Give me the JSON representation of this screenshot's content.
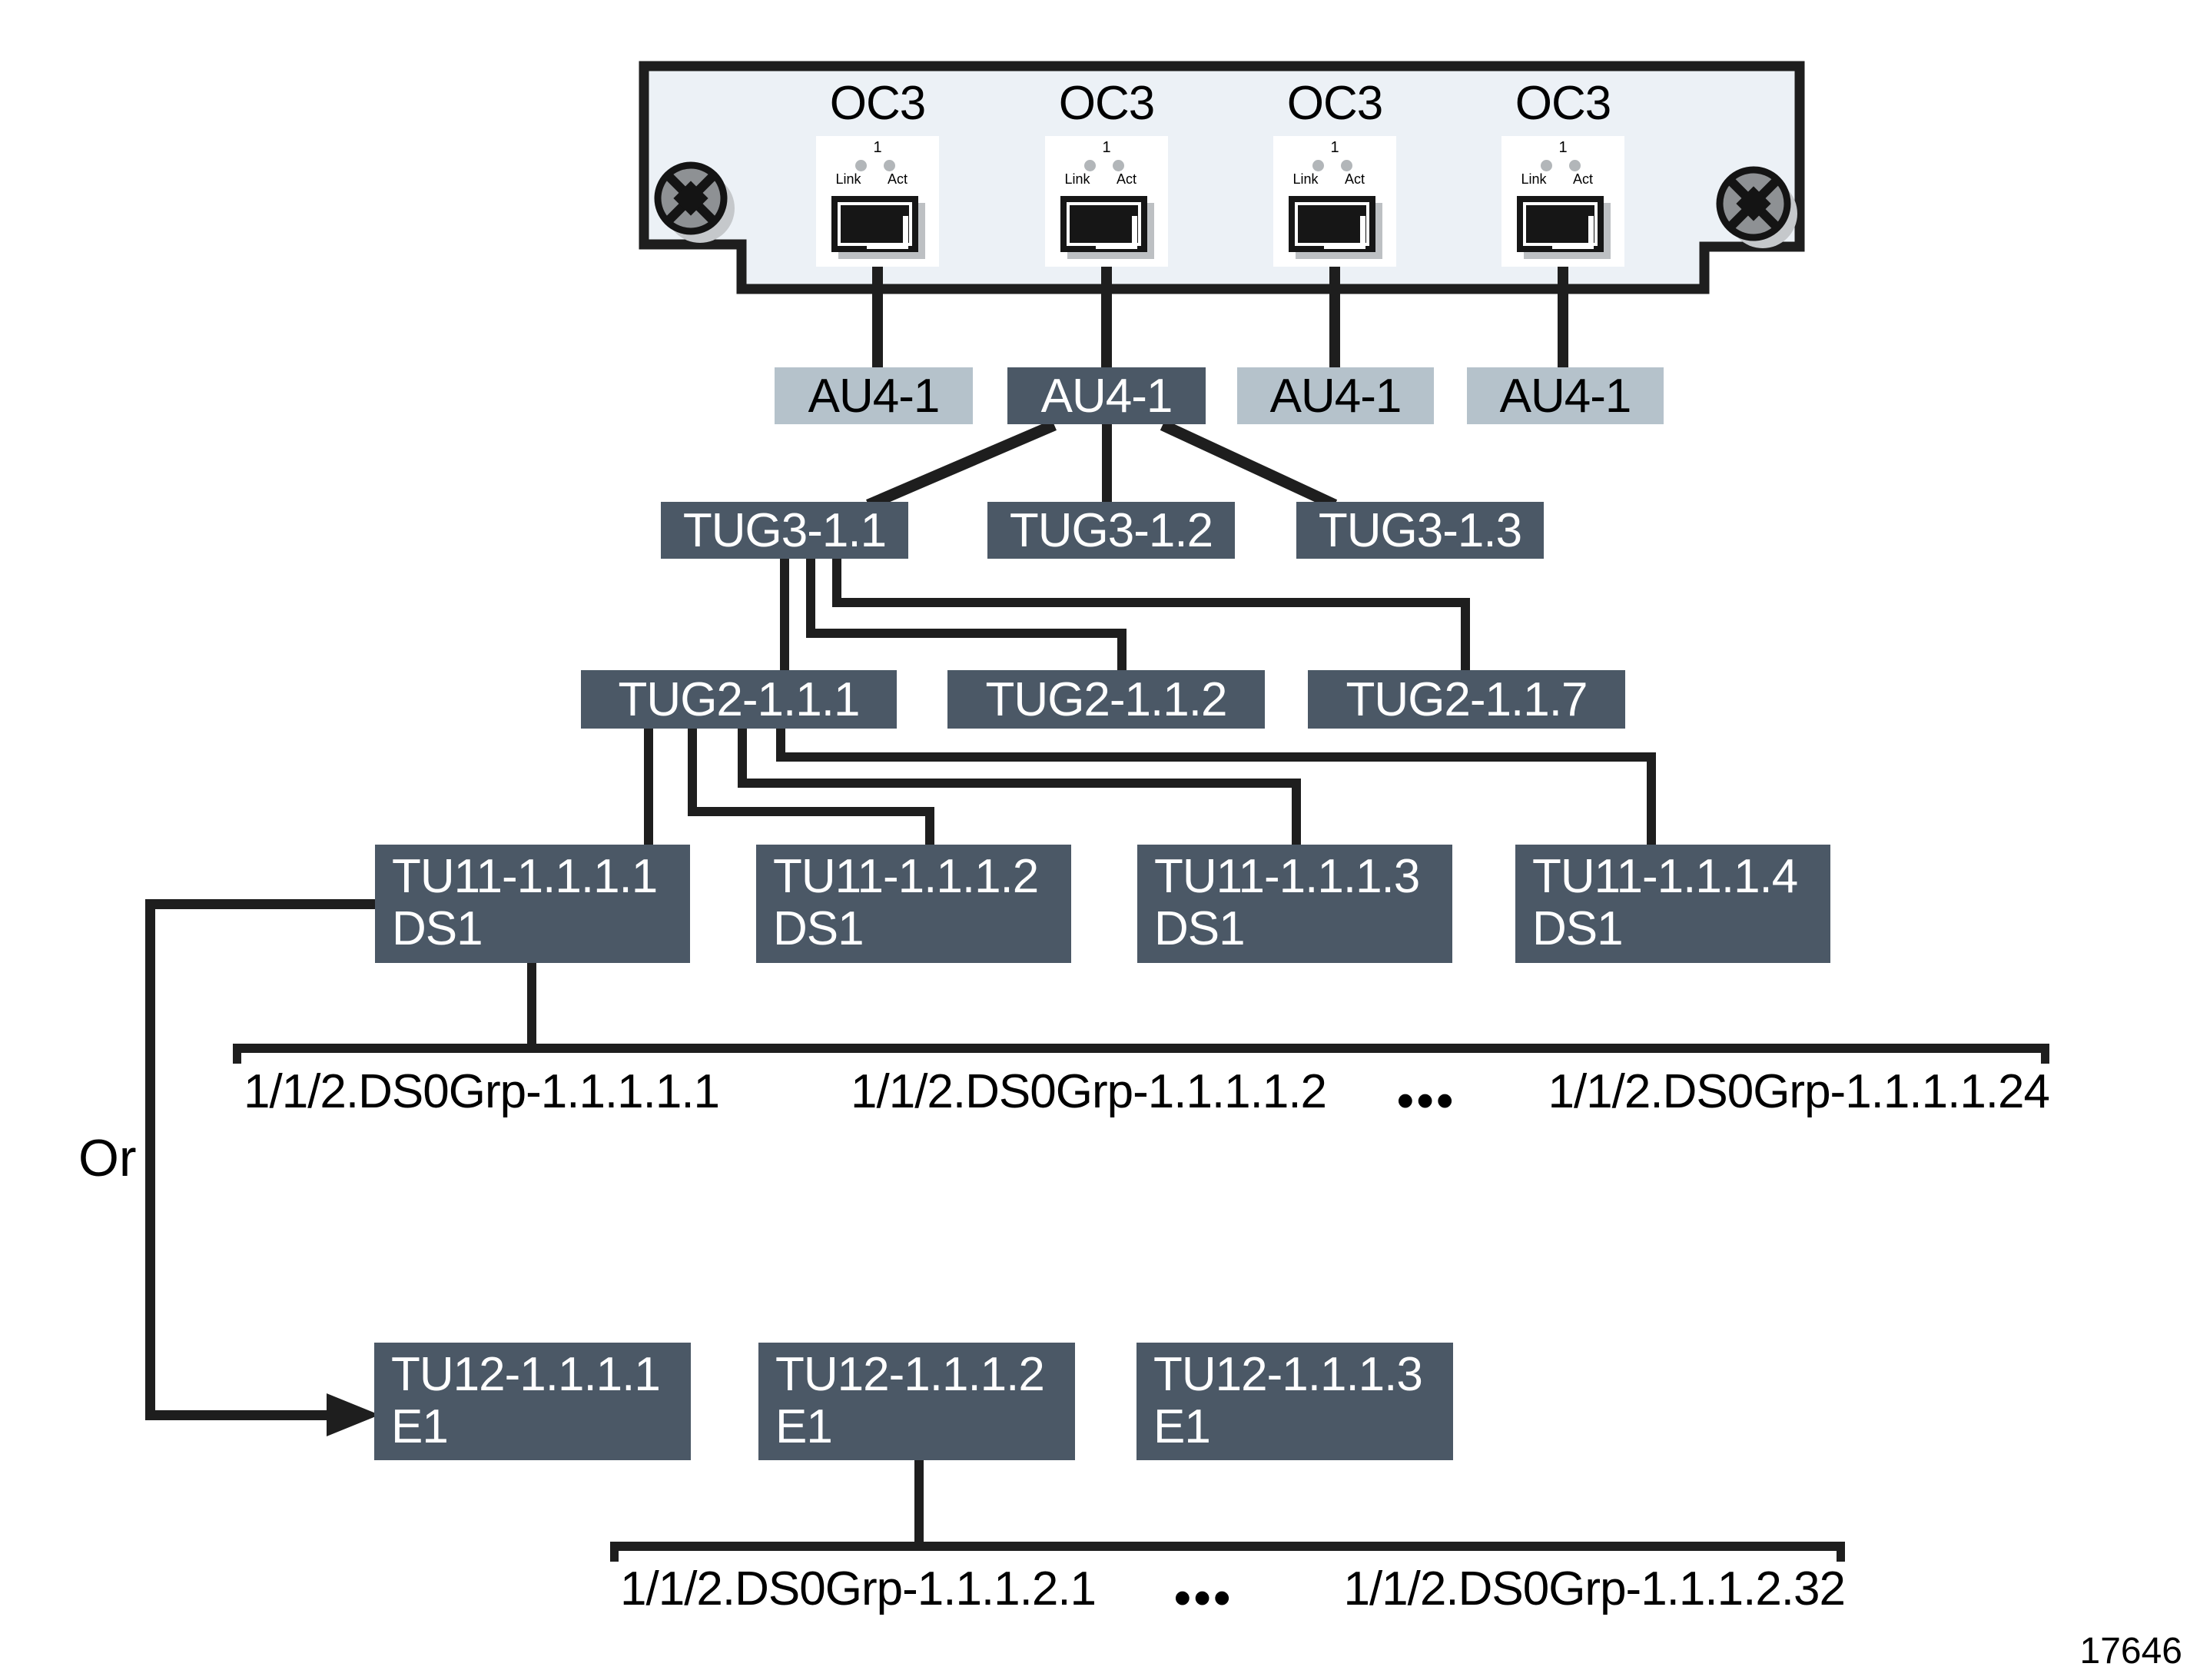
{
  "figure_number": "17646",
  "or_label": "Or",
  "card": {
    "ports": [
      {
        "label": "OC3",
        "number": "1",
        "link": "Link",
        "act": "Act"
      },
      {
        "label": "OC3",
        "number": "1",
        "link": "Link",
        "act": "Act"
      },
      {
        "label": "OC3",
        "number": "1",
        "link": "Link",
        "act": "Act"
      },
      {
        "label": "OC3",
        "number": "1",
        "link": "Link",
        "act": "Act"
      }
    ]
  },
  "au4_row": [
    {
      "label": "AU4-1",
      "variant": "light"
    },
    {
      "label": "AU4-1",
      "variant": "dark"
    },
    {
      "label": "AU4-1",
      "variant": "light"
    },
    {
      "label": "AU4-1",
      "variant": "light"
    }
  ],
  "tug3_row": [
    {
      "label": "TUG3-1.1"
    },
    {
      "label": "TUG3-1.2"
    },
    {
      "label": "TUG3-1.3"
    }
  ],
  "tug2_row": [
    {
      "label": "TUG2-1.1.1"
    },
    {
      "label": "TUG2-1.1.2"
    },
    {
      "label": "TUG2-1.1.7"
    }
  ],
  "tu11_row": [
    {
      "title": "TU11-1.1.1.1",
      "subtitle": "DS1"
    },
    {
      "title": "TU11-1.1.1.2",
      "subtitle": "DS1"
    },
    {
      "title": "TU11-1.1.1.3",
      "subtitle": "DS1"
    },
    {
      "title": "TU11-1.1.1.4",
      "subtitle": "DS1"
    }
  ],
  "tu12_row": [
    {
      "title": "TU12-1.1.1.1",
      "subtitle": "E1"
    },
    {
      "title": "TU12-1.1.1.2",
      "subtitle": "E1"
    },
    {
      "title": "TU12-1.1.1.3",
      "subtitle": "E1"
    }
  ],
  "bracket1": {
    "labels": [
      "1/1/2.DS0Grp-1.1.1.1.1",
      "1/1/2.DS0Grp-1.1.1.1.2",
      "•••",
      "1/1/2.DS0Grp-1.1.1.1.24"
    ]
  },
  "bracket2": {
    "labels": [
      "1/1/2.DS0Grp-1.1.1.2.1",
      "•••",
      "1/1/2.DS0Grp-1.1.1.2.32"
    ]
  },
  "colors": {
    "box_dark": "#4b5866",
    "box_light": "#b5c2cb",
    "line": "#1e1e1e",
    "card_fill": "#ecf1f6",
    "screw": "#8e9194",
    "led": "#b2b6b9"
  }
}
